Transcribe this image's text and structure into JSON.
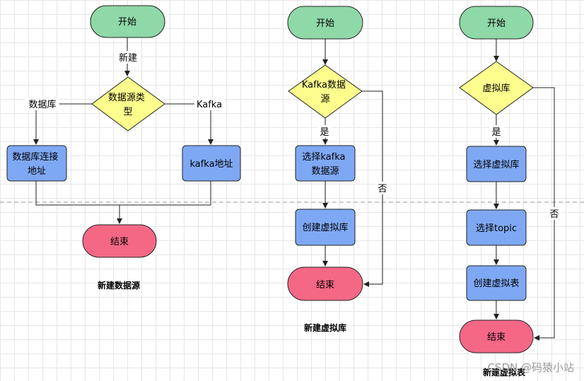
{
  "flow1": {
    "start": "开始",
    "new_label": "新建",
    "decision": [
      "数据源类",
      "型"
    ],
    "left_label": "数据库",
    "right_label": "Kafka",
    "db_node": [
      "数据库连接",
      "地址"
    ],
    "kafka_node": "kafka地址",
    "end": "结束",
    "caption": "新建数据源"
  },
  "flow2": {
    "start": "开始",
    "decision": [
      "Kafka数据",
      "源"
    ],
    "yes_label": "是",
    "no_label": "否",
    "select_node": [
      "选择kafka",
      "数据源"
    ],
    "create_node": "创建虚拟库",
    "end": "结束",
    "caption": "新建虚拟库"
  },
  "flow3": {
    "start": "开始",
    "decision": "虚拟库",
    "yes_label": "是",
    "no_label": "否",
    "select_db": "选择虚拟库",
    "select_topic": "选择topic",
    "create_table": "创建虚拟表",
    "end": "结束",
    "caption": "新建虚拟表"
  },
  "watermark": "CSDN @码猿小站",
  "colors": {
    "start": "#8fd8a8",
    "decision": "#fdfd8e",
    "process": "#7fa8f4",
    "end": "#f46886",
    "stroke": "#222222"
  }
}
